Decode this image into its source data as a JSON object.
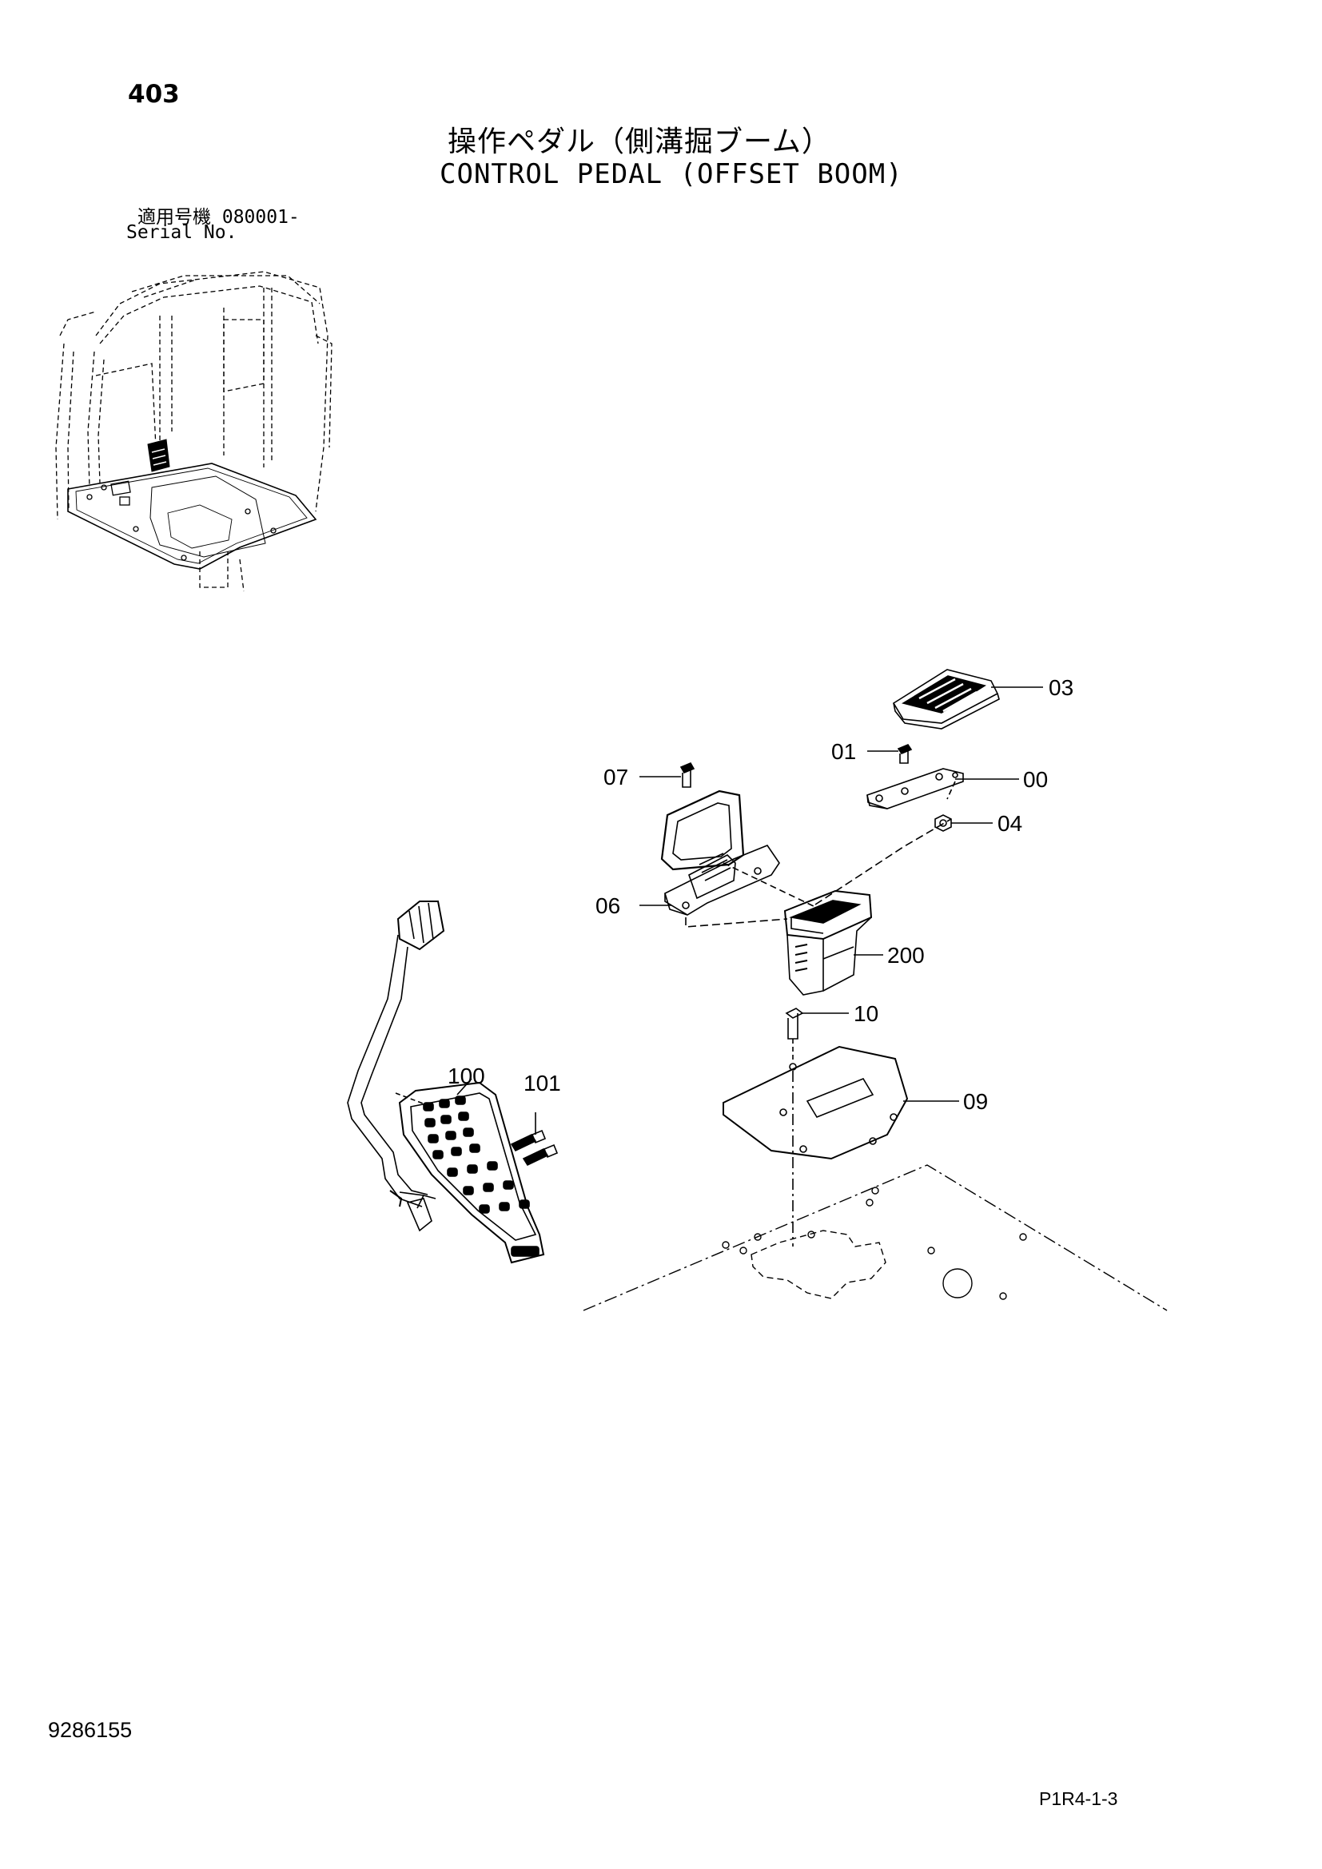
{
  "header": {
    "page_number": "403",
    "title_ja": "操作ペダル（側溝掘ブーム）",
    "title_en": "CONTROL PEDAL (OFFSET BOOM)",
    "serial_ja": "適用号機  080001-",
    "serial_en": "Serial No."
  },
  "callouts": [
    {
      "id": "03",
      "label": "03"
    },
    {
      "id": "01",
      "label": "01"
    },
    {
      "id": "07",
      "label": "07"
    },
    {
      "id": "00",
      "label": "00"
    },
    {
      "id": "04",
      "label": "04"
    },
    {
      "id": "06",
      "label": "06"
    },
    {
      "id": "200",
      "label": "200"
    },
    {
      "id": "10",
      "label": "10"
    },
    {
      "id": "100",
      "label": "100"
    },
    {
      "id": "101",
      "label": "101"
    },
    {
      "id": "09",
      "label": "09"
    }
  ],
  "footer": {
    "doc_number": "9286155",
    "page_code": "P1R4-1-3"
  }
}
